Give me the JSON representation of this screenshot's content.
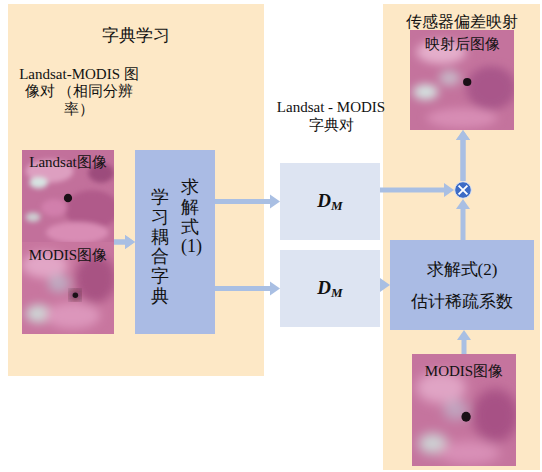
{
  "diagram": {
    "nodes": [
      {
        "text": [
          "字典学习",
          "Landsat-MODIS 图像对 （相同分辨率）"
        ]
      },
      {
        "text": [
          "Landsat图像"
        ],
        "in": 0
      },
      {
        "text": [
          "MODIS图像"
        ],
        "in": 0
      },
      {
        "text": [
          "求解式(1)",
          "学习耦合字典"
        ],
        "in": 0
      },
      {
        "text": [
          "DM"
        ]
      },
      {
        "text": [
          "DM"
        ]
      },
      {
        "text": [
          "传感器偏差映射"
        ]
      },
      {
        "text": [
          "映射后图像"
        ],
        "in": 6
      },
      {
        "text": [
          "求解式(2)",
          "估计稀疏系数"
        ],
        "in": 6
      },
      {
        "text": [
          "MODIS图像"
        ],
        "in": 6
      }
    ],
    "edges": [
      {
        "from": 1,
        "to": 3,
        "arrow": "to"
      },
      {
        "from": 2,
        "to": 3,
        "arrow": "to"
      },
      {
        "from": 3,
        "to": 4,
        "arrow": "to"
      },
      {
        "from": 3,
        "to": 5,
        "arrow": "to"
      },
      {
        "from": 4,
        "to": 7,
        "arrow": "to"
      },
      {
        "from": 8,
        "to": 7,
        "arrow": "to"
      },
      {
        "from": 5,
        "to": 8,
        "arrow": "to"
      },
      {
        "from": 9,
        "to": 8,
        "arrow": "to"
      }
    ],
    "labels": [
      "Landsat - MODIS 字典对"
    ]
  }
}
